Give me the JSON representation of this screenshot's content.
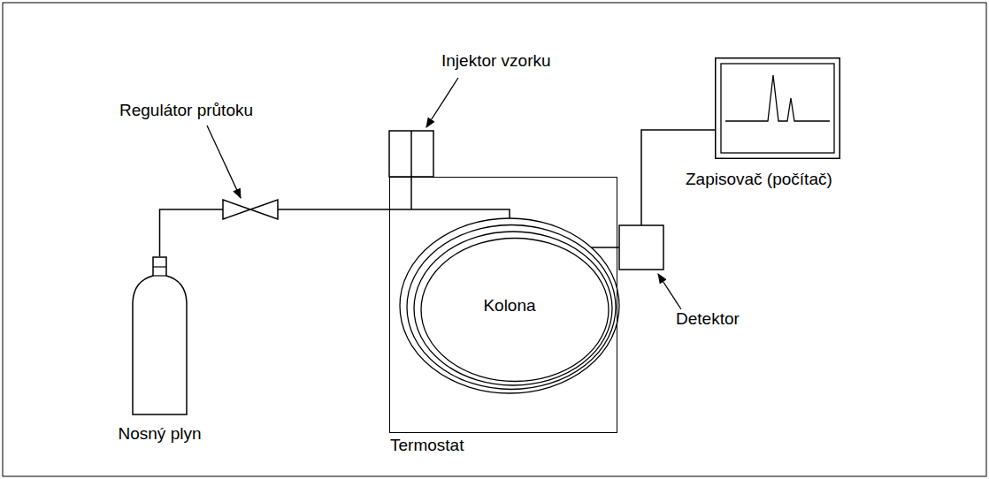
{
  "diagram": {
    "nodes": [
      {
        "text": [
          "Nosný plyn"
        ]
      },
      {
        "text": [
          "Termostat"
        ]
      },
      {
        "text": [
          "Kolona"
        ],
        "in": 1
      },
      {
        "text": [
          "Zapisovač (počítač)"
        ]
      }
    ],
    "edges": [
      {
        "from": 0,
        "to": 2,
        "arrow": "none"
      }
    ],
    "labels": [
      "Injektor vzorku",
      "Regulátor průtoku",
      "Detektor"
    ]
  }
}
